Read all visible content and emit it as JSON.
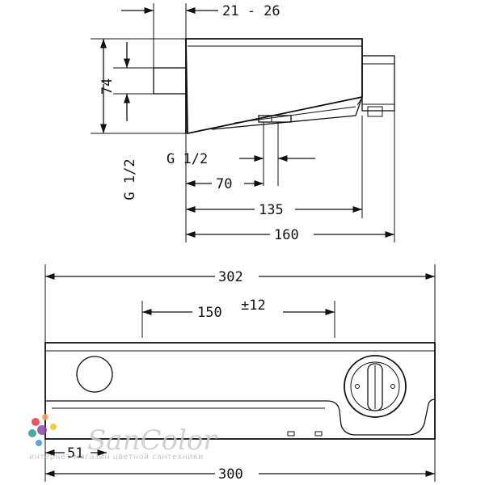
{
  "dimensions": {
    "offset": "21 - 26",
    "height": "74",
    "thread_side": "G 1/2",
    "thread_bottom": "G 1/2",
    "d70": "70",
    "d135": "135",
    "d160": "160",
    "d302": "302",
    "d150": "150",
    "d150_tol": "±12",
    "d51": "51",
    "d300": "300"
  },
  "watermark": {
    "brand": "SanColor",
    "tagline": "интернет-магазин цветной сантехники",
    "colors": [
      "#e63946",
      "#f4a261",
      "#2a9d8f",
      "#8e44ad",
      "#f1c40f",
      "#3498db"
    ]
  }
}
